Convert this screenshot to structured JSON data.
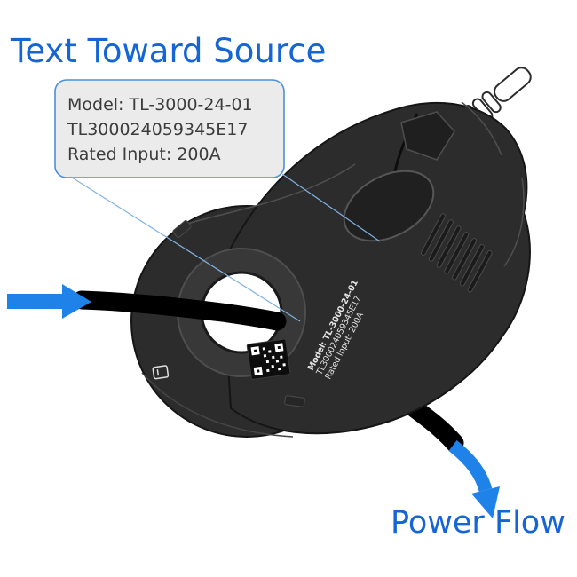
{
  "title": "Text Toward Source",
  "callout": {
    "line1": "Model: TL-3000-24-01",
    "line2": "TL300024059345E17",
    "line3": "Rated Input: 200A"
  },
  "device_label": {
    "line1": "Model: TL-3000-24-01",
    "line2": "TL300024059345E17",
    "line3": "Rated Input: 200A"
  },
  "power_flow_label": "Power Flow",
  "colors": {
    "heading_blue": "#1565d6",
    "arrow_blue": "#1e82e8",
    "leader_line_blue": "#7fb2e2",
    "callout_border_blue": "#4a90d9",
    "callout_background": "#ebebeb",
    "device_body_dark": "#2c2c2c",
    "aperture_white": "#ffffff",
    "cable_black": "#000000"
  },
  "icons": {
    "power_in": "right-arrow-icon",
    "power_out": "curved-down-arrow-icon",
    "qr": "qr-code",
    "ct_symbol": "ct-symbol-icon"
  }
}
